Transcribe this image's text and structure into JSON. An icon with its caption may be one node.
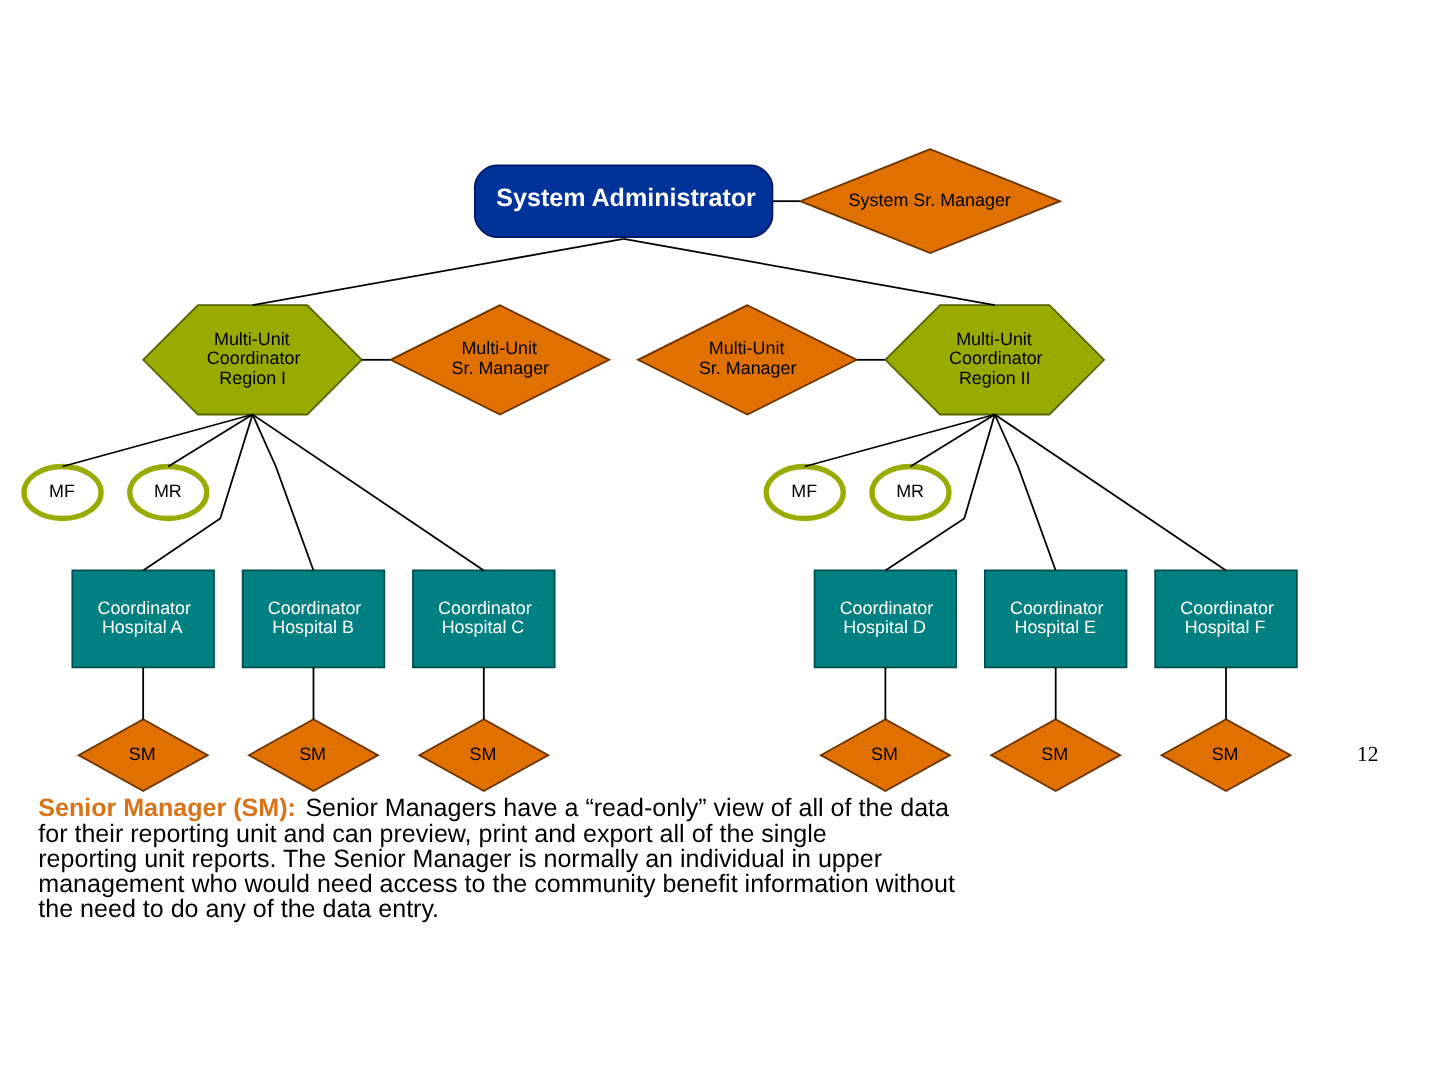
{
  "diagram": {
    "caption": "**Senior Manager (SM):** Senior Managers have a “read-only” view of all of the data for their reporting unit and can preview, print and export all of the single reporting unit reports. The Senior Manager is normally an individual in upper management who would need access to the community benefit information without the need to do any of the data entry.",
    "nodes": [
      {
        "text": [
          "System Administrator"
        ]
      },
      {
        "text": [
          "System Sr. Manager"
        ]
      },
      {
        "text": [
          "Multi-Unit Coordinator Region I"
        ]
      },
      {
        "text": [
          "Multi-Unit Sr. Manager"
        ]
      },
      {
        "text": [
          "Multi-Unit Sr. Manager"
        ]
      },
      {
        "text": [
          "Multi-Unit Coordinator Region II"
        ]
      },
      {
        "text": [
          "MF"
        ]
      },
      {
        "text": [
          "MR"
        ]
      },
      {
        "text": [
          "MF"
        ]
      },
      {
        "text": [
          "MR"
        ]
      },
      {
        "text": [
          "Coordinator Hospital A"
        ]
      },
      {
        "text": [
          "Coordinator Hospital B"
        ]
      },
      {
        "text": [
          "Coordinator Hospital C"
        ]
      },
      {
        "text": [
          "Coordinator Hospital D"
        ]
      },
      {
        "text": [
          "Coordinator Hospital E"
        ]
      },
      {
        "text": [
          "Coordinator Hospital F"
        ]
      },
      {
        "text": [
          "SM"
        ]
      },
      {
        "text": [
          "SM"
        ]
      },
      {
        "text": [
          "SM"
        ]
      },
      {
        "text": [
          "SM"
        ]
      },
      {
        "text": [
          "SM"
        ]
      },
      {
        "text": [
          "SM"
        ]
      }
    ],
    "edges": [
      {
        "from": 0,
        "to": 1,
        "arrow": "none"
      },
      {
        "from": 0,
        "to": 2,
        "arrow": "none"
      },
      {
        "from": 0,
        "to": 5,
        "arrow": "none"
      },
      {
        "from": 2,
        "to": 3,
        "arrow": "none"
      },
      {
        "from": 4,
        "to": 5,
        "arrow": "none"
      },
      {
        "from": 2,
        "to": 6,
        "arrow": "none"
      },
      {
        "from": 2,
        "to": 7,
        "arrow": "none"
      },
      {
        "from": 5,
        "to": 8,
        "arrow": "none"
      },
      {
        "from": 5,
        "to": 9,
        "arrow": "none"
      },
      {
        "from": 2,
        "to": 10,
        "arrow": "none"
      },
      {
        "from": 2,
        "to": 11,
        "arrow": "none"
      },
      {
        "from": 2,
        "to": 12,
        "arrow": "none"
      },
      {
        "from": 5,
        "to": 13,
        "arrow": "none"
      },
      {
        "from": 5,
        "to": 14,
        "arrow": "none"
      },
      {
        "from": 5,
        "to": 15,
        "arrow": "none"
      },
      {
        "from": 10,
        "to": 16,
        "arrow": "none"
      },
      {
        "from": 11,
        "to": 17,
        "arrow": "none"
      },
      {
        "from": 12,
        "to": 18,
        "arrow": "none"
      },
      {
        "from": 13,
        "to": 19,
        "arrow": "none"
      },
      {
        "from": 14,
        "to": 20,
        "arrow": "none"
      },
      {
        "from": 15,
        "to": 21,
        "arrow": "none"
      }
    ],
    "labels": [
      "12"
    ]
  }
}
